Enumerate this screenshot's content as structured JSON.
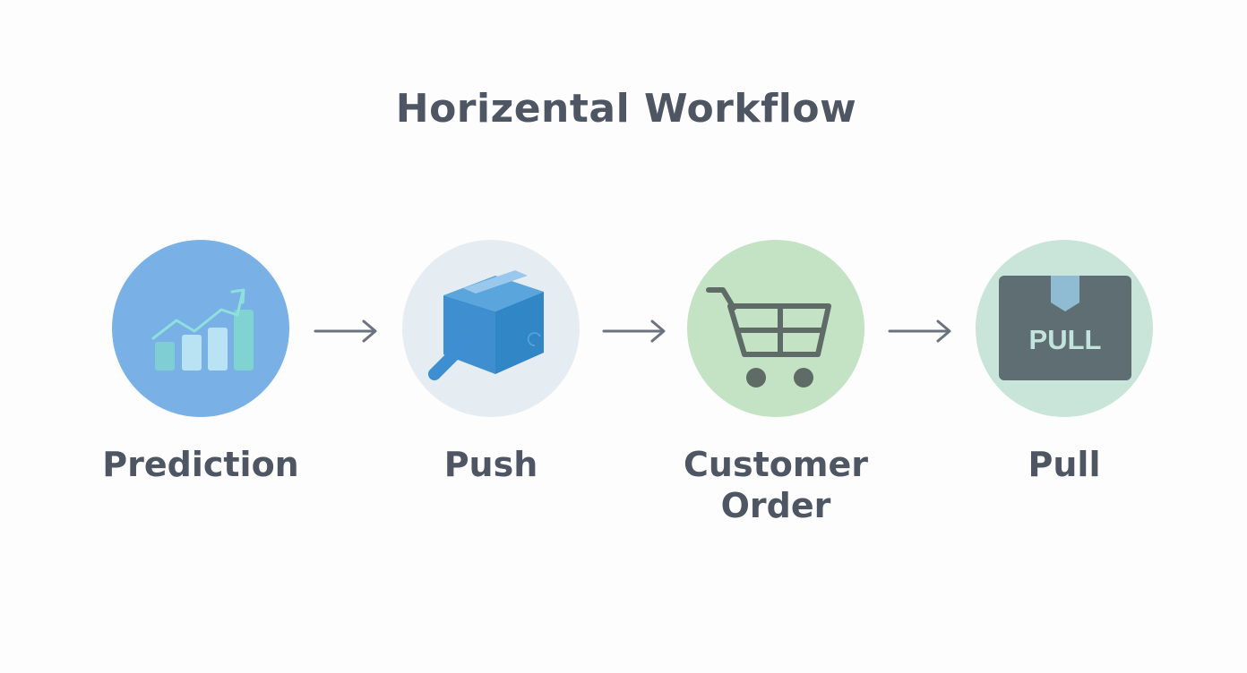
{
  "title": "Horizental Workflow",
  "steps": [
    {
      "label_lines": [
        "Prediction"
      ],
      "icon": "growth-chart-icon",
      "circle_color": "#79b1e6"
    },
    {
      "label_lines": [
        "Push"
      ],
      "icon": "box-push-icon",
      "circle_color": "#e5edf3"
    },
    {
      "label_lines": [
        "Customer",
        "Order"
      ],
      "icon": "shopping-cart-icon",
      "circle_color": "#c4e2c4"
    },
    {
      "label_lines": [
        "Pull"
      ],
      "icon": "pull-box-icon",
      "circle_color": "#c9e5da",
      "icon_text": "PULL"
    }
  ],
  "colors": {
    "text": "#4f5663",
    "arrow": "#6b7280"
  }
}
